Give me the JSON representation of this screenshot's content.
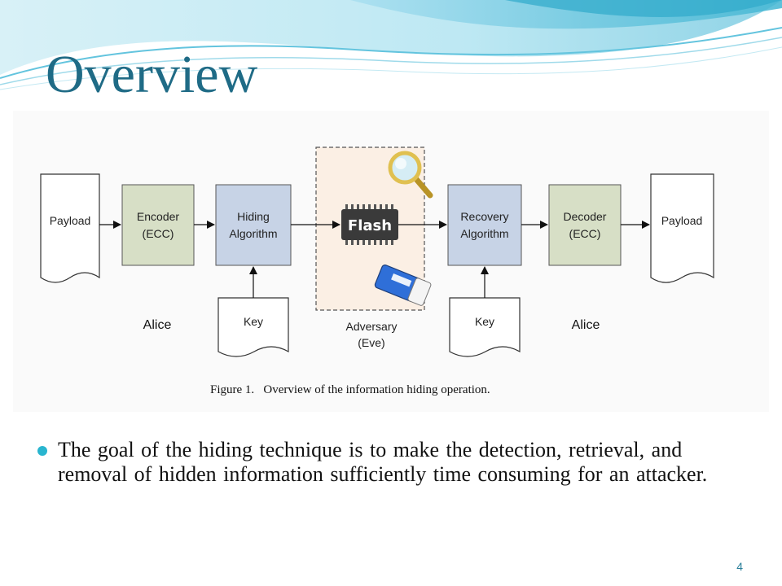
{
  "slide": {
    "title": "Overview",
    "page_number": "4",
    "bullet": "The goal of the hiding technique is to make the detection, retrieval, and removal of hidden information sufficiently time consuming for an attacker."
  },
  "diagram": {
    "payload_in": "Payload",
    "encoder": [
      "Encoder",
      "(ECC)"
    ],
    "hiding": [
      "Hiding",
      "Algorithm"
    ],
    "flash": "Flash",
    "recovery": [
      "Recovery",
      "Algorithm"
    ],
    "decoder": [
      "Decoder",
      "(ECC)"
    ],
    "payload_out": "Payload",
    "key_left": "Key",
    "key_right": "Key",
    "alice_left": "Alice",
    "alice_right": "Alice",
    "adversary": [
      "Adversary",
      "(Eve)"
    ],
    "caption": "Figure 1.   Overview of the information hiding operation."
  },
  "colors": {
    "title": "#1f6b86",
    "bullet": "#29b5cf",
    "encoder_fill": "#d7dfc6",
    "algorithm_fill": "#c7d3e6",
    "adversary_fill": "#fbefe4",
    "banner_light": "#cfeef5",
    "banner_mid": "#8fd3e6",
    "banner_dark": "#3fb4d2"
  }
}
